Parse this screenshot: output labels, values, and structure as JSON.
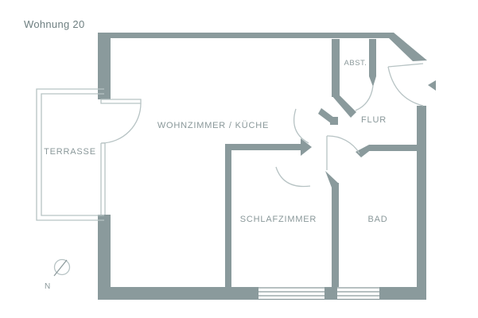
{
  "title": "Wohnung 20",
  "rooms": {
    "terrasse": "TERRASSE",
    "wohnzimmer_kueche": "WOHNZIMMER / KÜCHE",
    "abstellraum": "ABST.",
    "flur": "FLUR",
    "schlafzimmer": "SCHLAFZIMMER",
    "bad": "BAD"
  },
  "compass": {
    "north_label": "N"
  },
  "colors": {
    "wall": "#8a9a9c",
    "thin_line": "#b7c3c4",
    "label_text": "#8a989a",
    "title_text": "#6e7f81",
    "background": "#ffffff"
  }
}
